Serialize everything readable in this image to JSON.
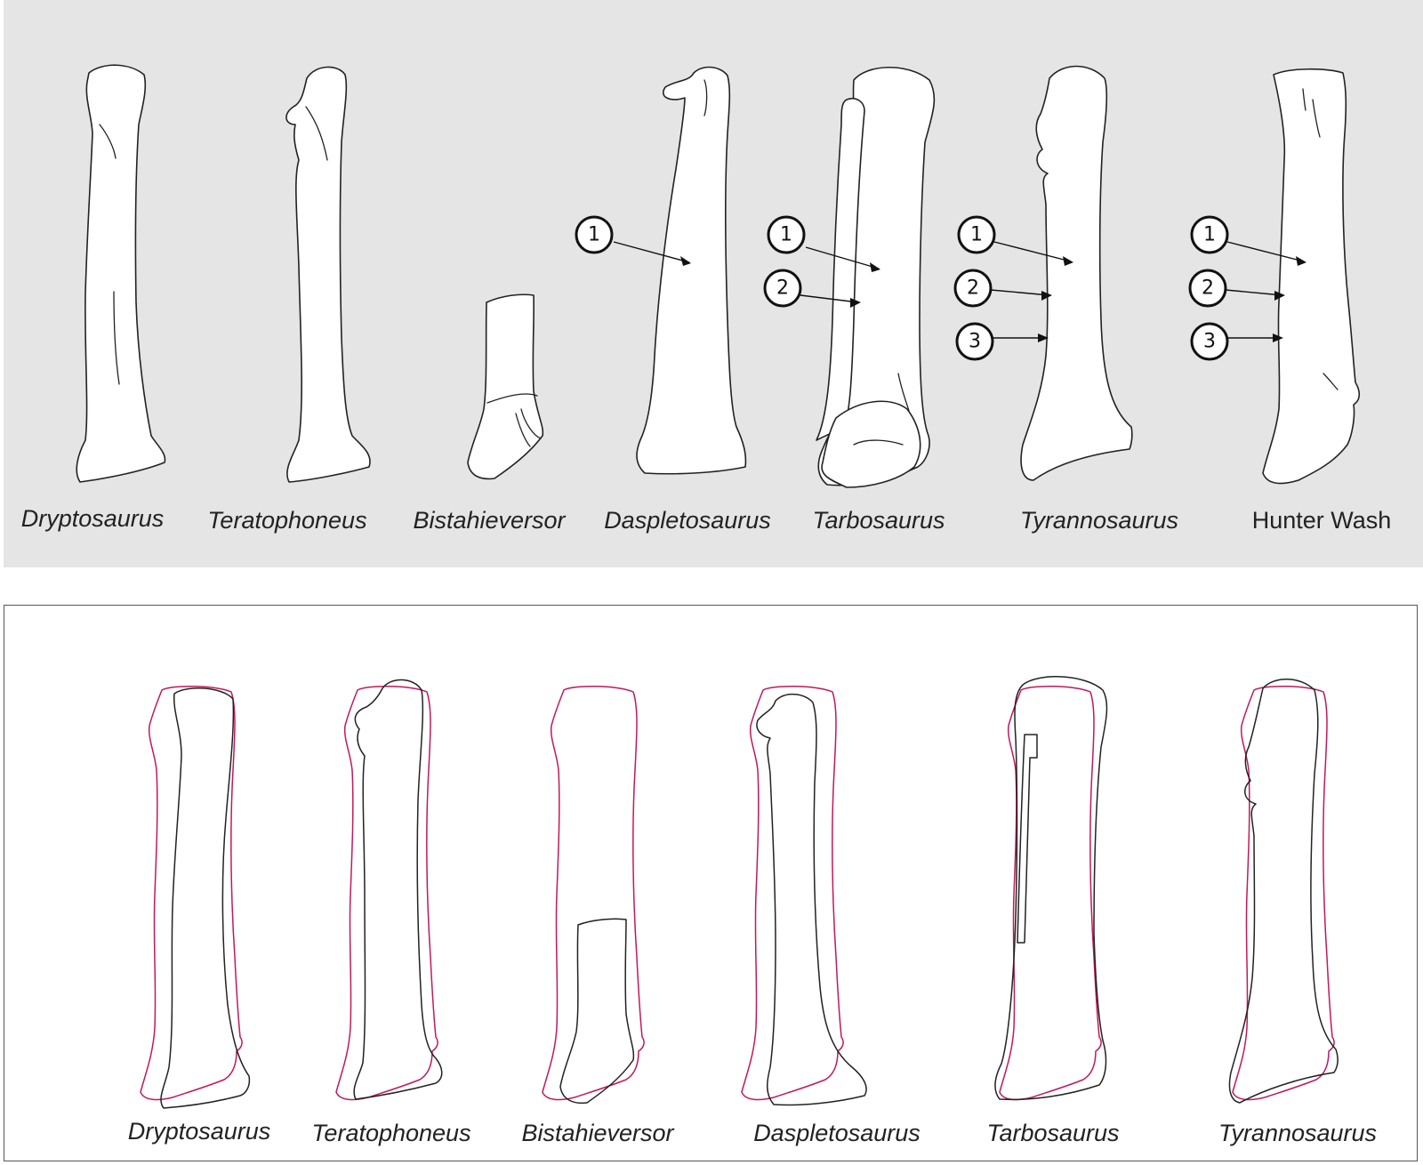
{
  "top_panel": {
    "labels": [
      {
        "text": "Dryptosaurus",
        "italic": true
      },
      {
        "text": "Teratophoneus",
        "italic": true
      },
      {
        "text": "Bistahieversor",
        "italic": true
      },
      {
        "text": "Daspletosaurus",
        "italic": true
      },
      {
        "text": "Tarbosaurus",
        "italic": true
      },
      {
        "text": "Tyrannosaurus",
        "italic": true
      },
      {
        "text": "Hunter Wash",
        "italic": false
      }
    ],
    "markers": {
      "daspletosaurus": [
        "1"
      ],
      "tarbosaurus": [
        "1",
        "2"
      ],
      "tyrannosaurus": [
        "1",
        "2",
        "3"
      ],
      "hunter_wash": [
        "1",
        "2",
        "3"
      ]
    }
  },
  "bottom_panel": {
    "labels": [
      {
        "text": "Dryptosaurus",
        "italic": true
      },
      {
        "text": "Teratophoneus",
        "italic": true
      },
      {
        "text": "Bistahieversor",
        "italic": true
      },
      {
        "text": "Daspletosaurus",
        "italic": true
      },
      {
        "text": "Tarbosaurus",
        "italic": true
      },
      {
        "text": "Tyrannosaurus",
        "italic": true
      }
    ],
    "overlay_colors": {
      "reference": "#c2185b",
      "specimen": "#222222"
    }
  },
  "colors": {
    "top_background": "#e5e5e5",
    "outline": "#222222",
    "overlay_red": "#c2185b"
  }
}
